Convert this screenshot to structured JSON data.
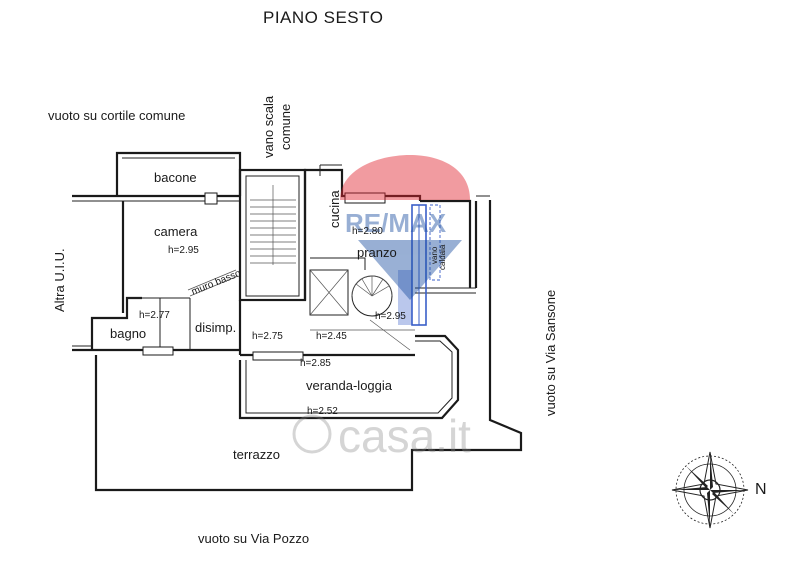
{
  "title": "PIANO SESTO",
  "north": "N",
  "labels": {
    "vuoto_cortile": "vuoto su cortile comune",
    "vano_scala_1": "vano scala",
    "vano_scala_2": "comune",
    "altra_uiu": "Altra U.I.U.",
    "vuoto_sansone": "vuoto su Via Sansone",
    "vuoto_pozzo": "vuoto su Via Pozzo",
    "bacone": "bacone",
    "camera": "camera",
    "camera_h": "h=2.95",
    "muro_basso": "muro basso",
    "cucina": "cucina",
    "cucina_h": "h=2.80",
    "pranzo": "pranzo",
    "vano_caldaia_1": "vano",
    "vano_caldaia_2": "caldaia",
    "pranzo_h": "h=2.95",
    "bagno": "bagno",
    "bagno_h": "h=2.77",
    "disimp": "disimp.",
    "h275": "h=2.75",
    "h245": "h=2.45",
    "h285": "h=2.85",
    "veranda": "veranda-loggia",
    "h252": "h=2.52",
    "terrazzo": "terrazzo"
  },
  "watermarks": {
    "remax": "RE/MAX",
    "casa": "casa.it"
  },
  "colors": {
    "line": "#1a1a1a",
    "remax_red": "#e2242f",
    "remax_blue": "#1c4fa1",
    "highlight_blue": "#3a5fc8"
  }
}
